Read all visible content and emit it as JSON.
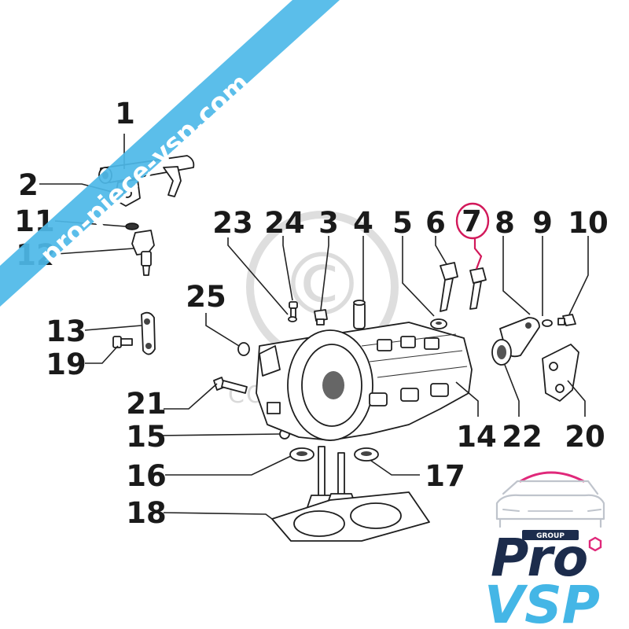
{
  "diagram": {
    "callouts": [
      "1",
      "2",
      "3",
      "4",
      "5",
      "6",
      "7",
      "8",
      "9",
      "10",
      "11",
      "12",
      "13",
      "14",
      "15",
      "16",
      "17",
      "18",
      "19",
      "20",
      "21",
      "22",
      "23",
      "24",
      "25"
    ],
    "highlighted_callout": "7",
    "highlight_color": "#d2185a"
  },
  "watermark": {
    "copyright_symbol": "©",
    "copyright_text": "COPYRIGHT VSP"
  },
  "banner": {
    "text": "pro-piece-vsp.com",
    "color": "#4db8e8"
  },
  "logo": {
    "group": "GROUP",
    "pro": "Pro",
    "vsp": "VSP",
    "pro_color": "#1c2c4c",
    "vsp_color": "#44b6e6",
    "accent_color": "#e0287a"
  }
}
